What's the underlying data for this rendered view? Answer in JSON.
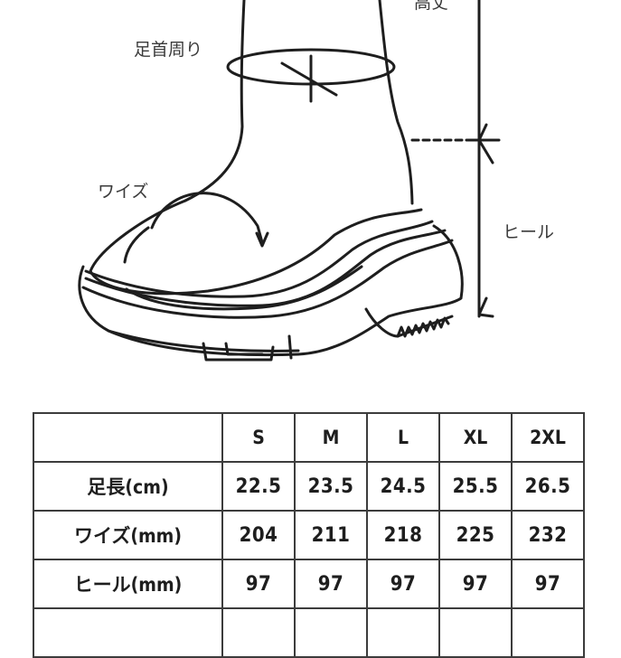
{
  "diagram": {
    "labels": {
      "height": "高丈",
      "ankle": "足首周り",
      "width": "ワイズ",
      "heel": "ヒール"
    }
  },
  "table": {
    "header": [
      "",
      "S",
      "M",
      "L",
      "XL",
      "2XL"
    ],
    "rows": [
      {
        "label": "足長(cm)",
        "values": [
          "22.5",
          "23.5",
          "24.5",
          "25.5",
          "26.5"
        ]
      },
      {
        "label": "ワイズ(mm)",
        "values": [
          "204",
          "211",
          "218",
          "225",
          "232"
        ]
      },
      {
        "label": "ヒール(mm)",
        "values": [
          "97",
          "97",
          "97",
          "97",
          "97"
        ]
      },
      {
        "label": "",
        "values": [
          "",
          "",
          "",
          "",
          ""
        ]
      }
    ]
  }
}
